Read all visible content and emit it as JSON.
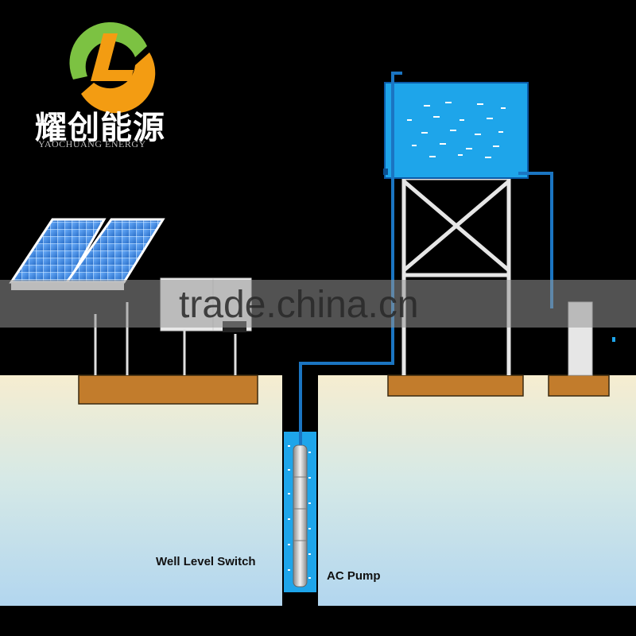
{
  "brand": {
    "chinese_name": "耀创能源",
    "english_name": "YAOCHUANG ENERGY",
    "logo_green": "#7cc242",
    "logo_orange": "#f39c12"
  },
  "watermark": {
    "text": "trade.china.cn"
  },
  "labels": {
    "well_level_switch": "Well Level Switch",
    "ac_pump": "AC Pump"
  },
  "colors": {
    "sky": "#000000",
    "ground_top": "#f6edd0",
    "ground_bottom": "#b4d8ee",
    "water": "#1ea5ea",
    "pipe": "#1b75c2",
    "foundation": "#c27c2c",
    "frame": "#e6e6e6",
    "panel": "#3b88e0"
  }
}
